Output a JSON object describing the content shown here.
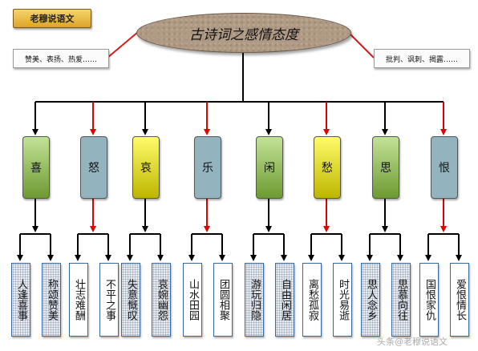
{
  "tag": "老穆说语文",
  "title": "古诗词之感情态度",
  "note_left": "赞美、表扬、热爱……",
  "note_right": "批判、讽刺、揭露……",
  "colors": {
    "black_arrow": "#000000",
    "red_arrow": "#e00000",
    "red_line": "#d81b1b"
  },
  "branches": [
    {
      "label": "喜",
      "style": "green",
      "arrow": "black",
      "children": [
        "人逢喜事",
        "称颂赞美"
      ]
    },
    {
      "label": "怒",
      "style": "blue",
      "arrow": "red",
      "children": [
        "壮志难酬",
        "不平之事"
      ]
    },
    {
      "label": "哀",
      "style": "yellow",
      "arrow": "black",
      "children": [
        "失意慨叹",
        "哀婉幽怨"
      ]
    },
    {
      "label": "乐",
      "style": "blue",
      "arrow": "red",
      "children": [
        "山水田园",
        "团圆相聚"
      ]
    },
    {
      "label": "闲",
      "style": "green",
      "arrow": "black",
      "children": [
        "游玩归隐",
        "自由闲居"
      ]
    },
    {
      "label": "愁",
      "style": "yellow",
      "arrow": "red",
      "children": [
        "离愁孤寂",
        "时光易逝"
      ]
    },
    {
      "label": "思",
      "style": "green",
      "arrow": "black",
      "children": [
        "思人念乡",
        "思慕向往"
      ]
    },
    {
      "label": "恨",
      "style": "blue",
      "arrow": "red",
      "children": [
        "国恨家仇",
        "爱恨情长"
      ]
    }
  ],
  "watermark": "头条@老穆说语文"
}
